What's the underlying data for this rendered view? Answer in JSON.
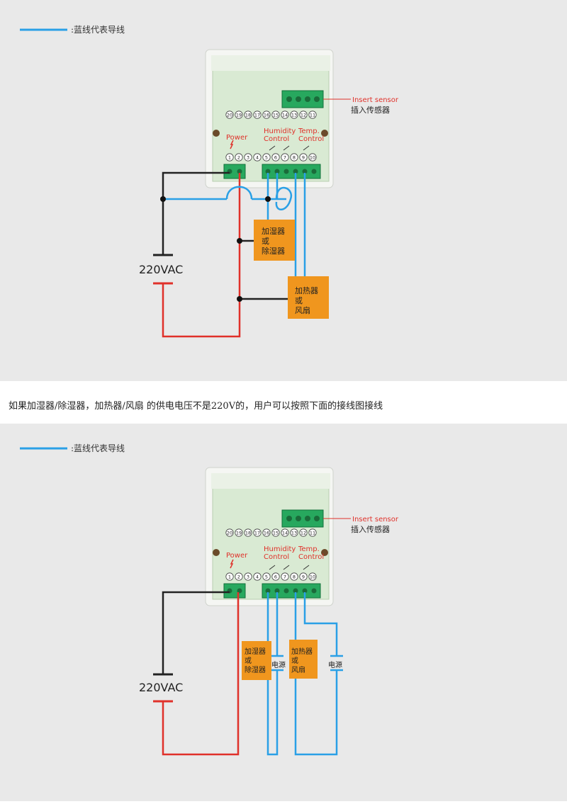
{
  "legend": {
    "text": ":蓝线代表导线",
    "color": "#2aa0e6"
  },
  "colors": {
    "wire_blue": "#2aa0e6",
    "wire_black": "#222222",
    "wire_red": "#e0312a",
    "box_orange": "#f0961e",
    "accent_red": "#e0312a",
    "board_green": "#d9ead3"
  },
  "terminals_top": [
    "20",
    "19",
    "18",
    "17",
    "16",
    "15",
    "14",
    "13",
    "12",
    "11"
  ],
  "terminals_bottom": [
    "1",
    "2",
    "3",
    "4",
    "5",
    "6",
    "7",
    "8",
    "9",
    "10"
  ],
  "labels": {
    "power": "Power",
    "humidity_line1": "Humidity",
    "humidity_line2": "Control",
    "temp_line1": "Temp.",
    "temp_line2": "Control",
    "insert_sensor": "Insert sensor",
    "insert_sensor_cn": "插入传感器",
    "voltage": "220VAC"
  },
  "top_diagram": {
    "humidifier_box": [
      "加湿器",
      "或",
      "除湿器"
    ],
    "heater_box": [
      "加热器",
      "或",
      "风扇"
    ]
  },
  "middle_note": "如果加湿器/除湿器，加热器/风扇 的供电电压不是220V的，用户可以按照下面的接线图接线",
  "bottom_diagram": {
    "humidifier_box": [
      "加湿器",
      "或",
      "除湿器"
    ],
    "heater_box": [
      "加热器",
      "或",
      "风扇"
    ],
    "power_source_left": "电源",
    "power_source_right": "电源"
  }
}
